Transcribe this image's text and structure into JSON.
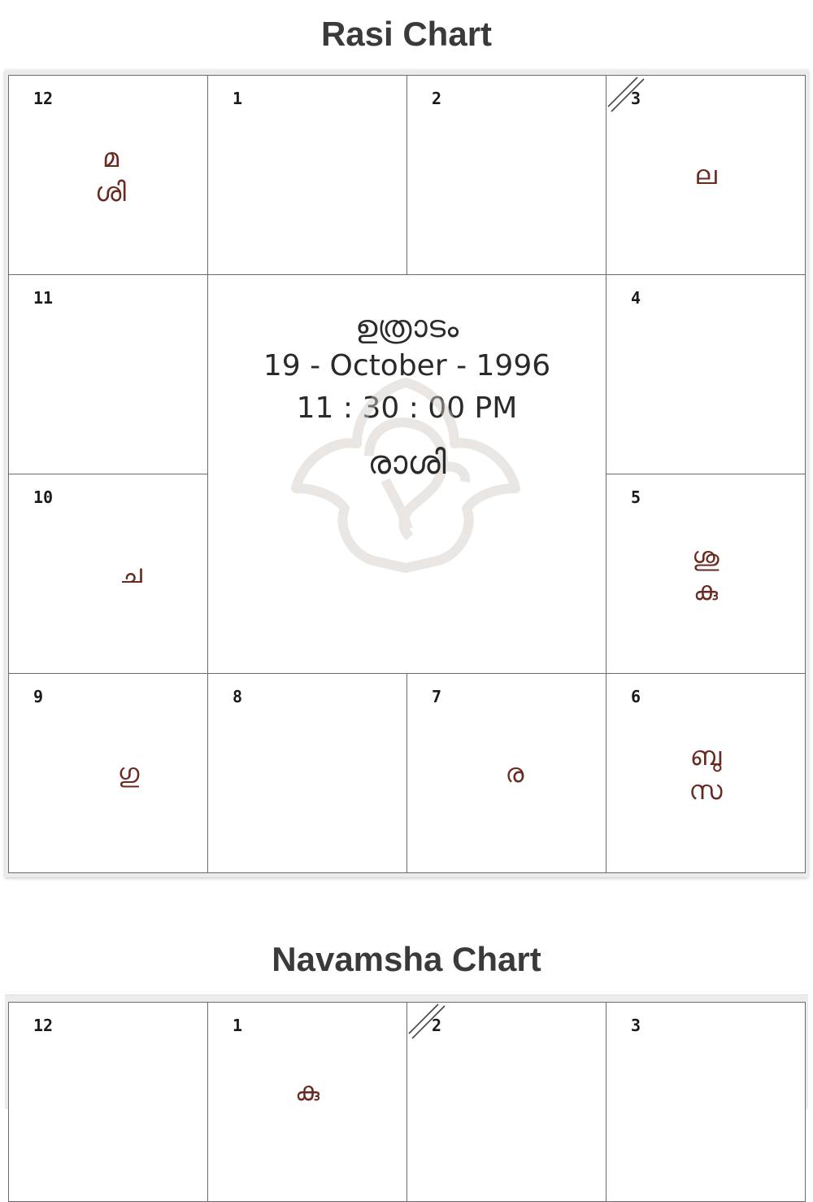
{
  "rasi_chart": {
    "title": "Rasi Chart",
    "center": {
      "star": "ഉത്രാടം",
      "date": "19 - October - 1996",
      "time": "11 : 30 : 00 PM",
      "label": "രാശി"
    },
    "houses": [
      {
        "number": "12",
        "planets": [
          "മ",
          "ശി"
        ]
      },
      {
        "number": "1",
        "planets": []
      },
      {
        "number": "2",
        "planets": []
      },
      {
        "number": "3",
        "planets": [
          "ല"
        ],
        "lagna": true
      },
      {
        "number": "11",
        "planets": []
      },
      {
        "number": "4",
        "planets": []
      },
      {
        "number": "10",
        "planets": [
          "ച"
        ]
      },
      {
        "number": "5",
        "planets": [
          "ശു",
          "കു"
        ]
      },
      {
        "number": "9",
        "planets": [
          "ഗു"
        ]
      },
      {
        "number": "8",
        "planets": []
      },
      {
        "number": "7",
        "planets": [
          "ര"
        ]
      },
      {
        "number": "6",
        "planets": [
          "ബു",
          "സ"
        ]
      }
    ]
  },
  "navamsha_chart": {
    "title": "Navamsha Chart",
    "houses": [
      {
        "number": "12",
        "planets": []
      },
      {
        "number": "1",
        "planets": [
          "കു"
        ]
      },
      {
        "number": "2",
        "planets": [],
        "lagna": true
      },
      {
        "number": "3",
        "planets": []
      }
    ]
  },
  "colors": {
    "planet_text": "#6a2a20",
    "grid_line": "#6b6b6b",
    "title_text": "#3a3a3a"
  },
  "icons": {
    "watermark": "ganesha-lotus-icon",
    "lagna_marker": "double-slash-icon"
  }
}
